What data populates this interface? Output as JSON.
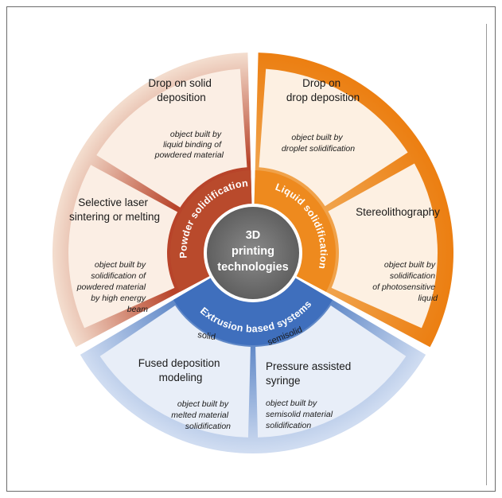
{
  "center": {
    "lines": [
      "3D",
      "printing",
      "technologies"
    ]
  },
  "categories": {
    "powder": {
      "label": "Powder solidification",
      "color": "#b94a2c"
    },
    "liquid": {
      "label": "Liquid solidification",
      "color": "#ee8a1e"
    },
    "extrusion": {
      "label": "Extrusion based systems",
      "color": "#3f6fbd"
    }
  },
  "subcategories": {
    "solid": "solid",
    "semisolid": "semisolid"
  },
  "technologies": {
    "drop_on_solid": {
      "title": [
        "Drop on solid",
        "deposition"
      ],
      "desc": [
        "object built by",
        "liquid binding of",
        "powdered material"
      ]
    },
    "selective_laser": {
      "title": [
        "Selective laser",
        "sintering or melting"
      ],
      "desc": [
        "object built by",
        "solidification of",
        "powdered material",
        "by high energy",
        "beam"
      ]
    },
    "drop_on_drop": {
      "title": [
        "Drop on",
        "drop deposition"
      ],
      "desc": [
        "object built by",
        "droplet solidification"
      ]
    },
    "stereolithography": {
      "title": [
        "Stereolithography"
      ],
      "desc": [
        "object built by",
        "solidification",
        "of photosensitive",
        "liquid"
      ]
    },
    "fused_deposition": {
      "title": [
        "Fused deposition",
        "modeling"
      ],
      "desc": [
        "object built by",
        "melted material",
        "solidification"
      ]
    },
    "pressure_syringe": {
      "title": [
        "Pressure assisted",
        "syringe"
      ],
      "desc": [
        "object built by",
        "semisolid material",
        "solidification"
      ]
    }
  }
}
